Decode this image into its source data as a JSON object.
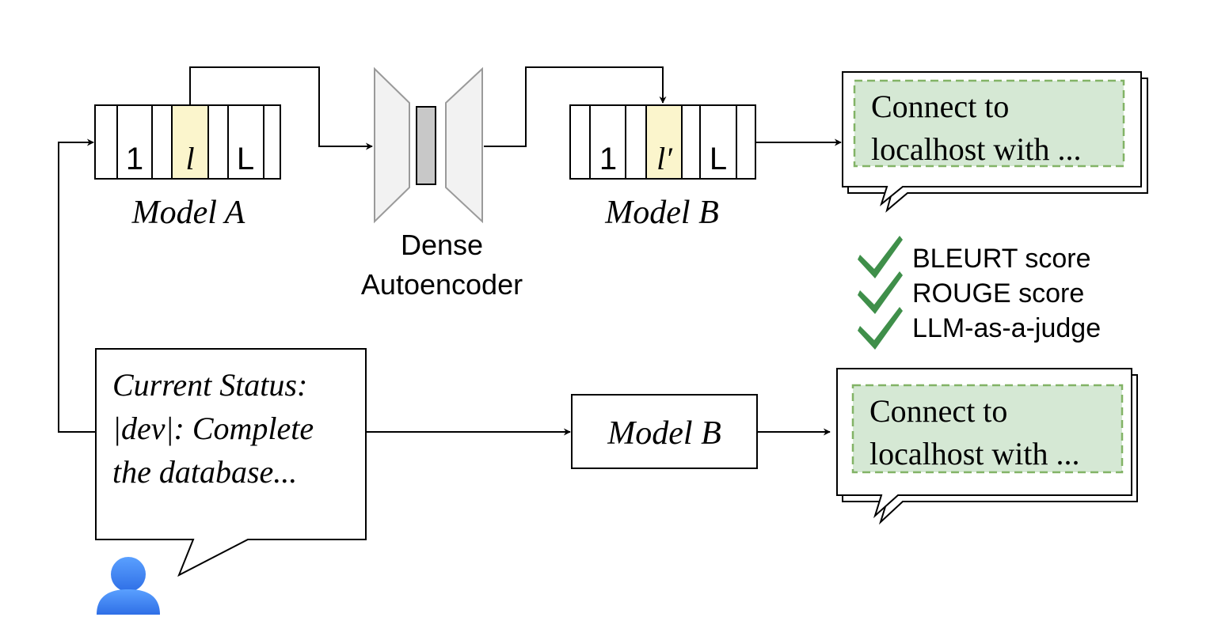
{
  "model_a": {
    "cells": [
      "1",
      "l",
      "L"
    ],
    "label": "Model A"
  },
  "model_b_top": {
    "cells": [
      "1",
      "l′",
      "L"
    ],
    "label": "Model B"
  },
  "autoencoder": {
    "label_line1": "Dense",
    "label_line2": "Autoencoder"
  },
  "output_top": {
    "line1": "Connect to",
    "line2": "localhost with ..."
  },
  "output_bottom": {
    "line1": "Connect to",
    "line2": "localhost with ..."
  },
  "metrics": [
    "BLEURT score",
    "ROUGE score",
    "LLM-as-a-judge"
  ],
  "prompt": {
    "line1": "Current Status:",
    "line2": "|dev|: Complete",
    "line3": "the database..."
  },
  "model_b_bottom": {
    "label": "Model B"
  },
  "colors": {
    "highlight_cell": "#fbf5cc",
    "output_fill": "#d5e8d4",
    "output_dash": "#82b366",
    "check": "#3f8f4a",
    "user_icon": "#4b8df8"
  }
}
